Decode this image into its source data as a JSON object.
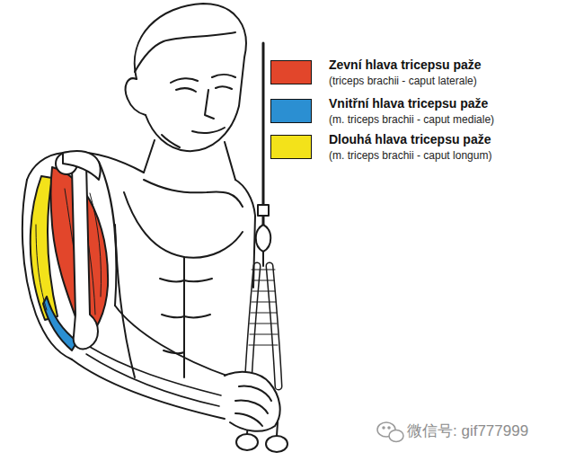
{
  "diagram": {
    "labels": [
      "(triceps brachii - caput laterale)",
      "(m. triceps brachii - caput mediale)",
      "(m. triceps brachii - caput longum)",
      "微信号: gif777999"
    ],
    "legend": [
      {
        "text": "Zevní hlava tricepsu paže",
        "color": "#e2462b"
      },
      {
        "text": "Vnitřní hlava tricepsu paže",
        "color": "#2b8fd2"
      },
      {
        "text": "Dlouhá hlava tricepsu paže",
        "color": "#f3e21a"
      }
    ]
  }
}
